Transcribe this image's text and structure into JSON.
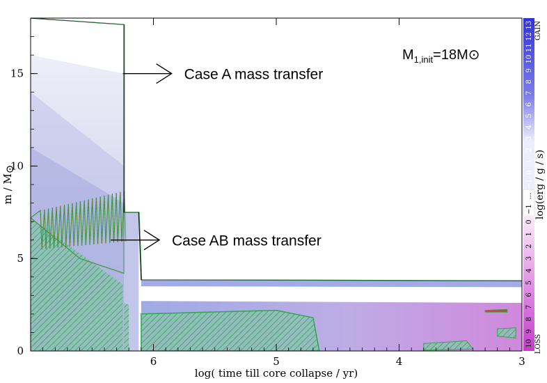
{
  "chart_data": {
    "type": "heatmap",
    "title": "",
    "xlabel": "log( time till core collapse / yr)",
    "ylabel": "m / M",
    "ylabel_symbol": "⊙",
    "xlim": [
      7.0,
      3.0
    ],
    "ylim": [
      0,
      18
    ],
    "x_ticks": [
      6,
      5,
      4,
      3
    ],
    "y_ticks": [
      0,
      5,
      10,
      15
    ],
    "grid": false,
    "annotations": [
      {
        "text": "Case A mass transfer",
        "x": 5.75,
        "y": 15.0
      },
      {
        "text": "Case AB mass transfer",
        "x": 5.85,
        "y": 6.0
      }
    ],
    "mass_label": {
      "prefix": "M",
      "subscript": "1,init",
      "value": "=18M",
      "symbol": "⊙"
    },
    "star_mass_track": [
      {
        "x": 7.0,
        "y": 18.0
      },
      {
        "x": 6.24,
        "y": 17.65
      },
      {
        "x": 6.24,
        "y": 7.5
      },
      {
        "x": 6.12,
        "y": 7.5
      },
      {
        "x": 6.1,
        "y": 3.85
      },
      {
        "x": 3.0,
        "y": 3.8
      }
    ],
    "colorbar": {
      "label": "log(erg / g / s)",
      "top_label": "GAIN",
      "bottom_label": "LOSS",
      "gain_ticks": [
        "13",
        "12",
        "11",
        "10",
        "9",
        "8",
        "7",
        "6",
        "5",
        "4",
        "3",
        "2",
        "1",
        "0",
        "−1"
      ],
      "middle_ticks": [
        "...",
        "−1"
      ],
      "loss_ticks": [
        "0",
        "1",
        "2",
        "3",
        "4",
        "5",
        "6",
        "7",
        "8",
        "9",
        "10"
      ],
      "gain_color": "#3b3bd9",
      "loss_color": "#d040d8"
    },
    "colors": {
      "convection_hatch": "#2ea84a",
      "semiconvection": "#d04040",
      "core_fill": "#7fb0a8",
      "outline": "#000000"
    }
  }
}
